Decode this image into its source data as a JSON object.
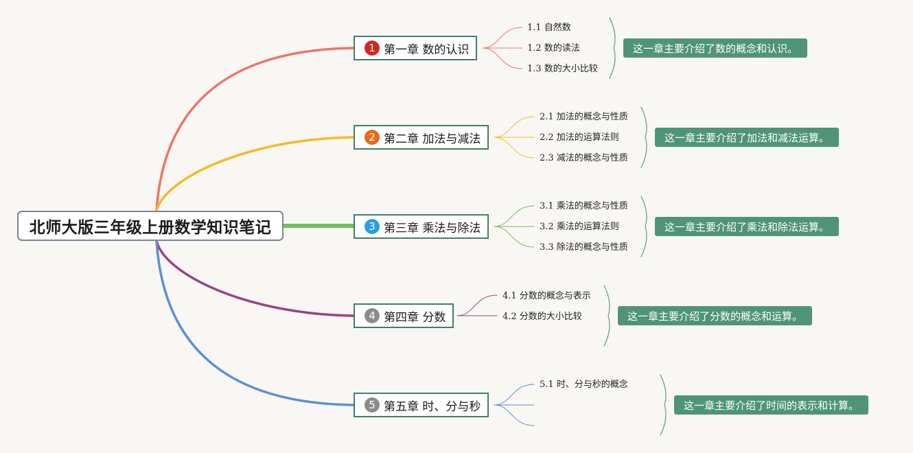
{
  "root": {
    "title": "北师大版三年级上册数学知识笔记"
  },
  "chapters": [
    {
      "number": "1",
      "title": "第一章 数的认识",
      "color": "#ef7468",
      "badge_color": "#d7261d",
      "topics": [
        "1.1 自然数",
        "1.2 数的读法",
        "1.3 数的大小比较"
      ],
      "summary": "这一章主要介绍了数的概念和认识。"
    },
    {
      "number": "2",
      "title": "第二章 加法与减法",
      "color": "#f7b924",
      "badge_color": "#e56c1c",
      "topics": [
        "2.1 加法的概念与性质",
        "2.2 加法的运算法则",
        "2.3 减法的概念与性质"
      ],
      "summary": "这一章主要介绍了加法和减法运算。"
    },
    {
      "number": "3",
      "title": "第三章 乘法与除法",
      "color": "#72be5b",
      "badge_color": "#2b9ee0",
      "topics": [
        "3.1 乘法的概念与性质",
        "3.2 乘法的运算法则",
        "3.3 除法的概念与性质"
      ],
      "summary": "这一章主要介绍了乘法和除法运算。"
    },
    {
      "number": "4",
      "title": "第四章 分数",
      "color": "#9a4285",
      "badge_color": "#8c8c8c",
      "topics": [
        "4.1 分数的概念与表示",
        "4.2 分数的大小比较",
        ""
      ],
      "summary": "这一章主要介绍了分数的概念和运算。"
    },
    {
      "number": "5",
      "title": "第五章 时、分与秒",
      "color": "#5a8fd6",
      "badge_color": "#8c8c8c",
      "topics": [
        "5.1 时、分与秒的概念",
        "",
        ""
      ],
      "summary": "这一章主要介绍了时间的表示和计算。"
    }
  ],
  "colors": {
    "chapter_border": "#3f7d6e",
    "summary_bg": "#4f9477",
    "brace": "#5f9b84"
  }
}
